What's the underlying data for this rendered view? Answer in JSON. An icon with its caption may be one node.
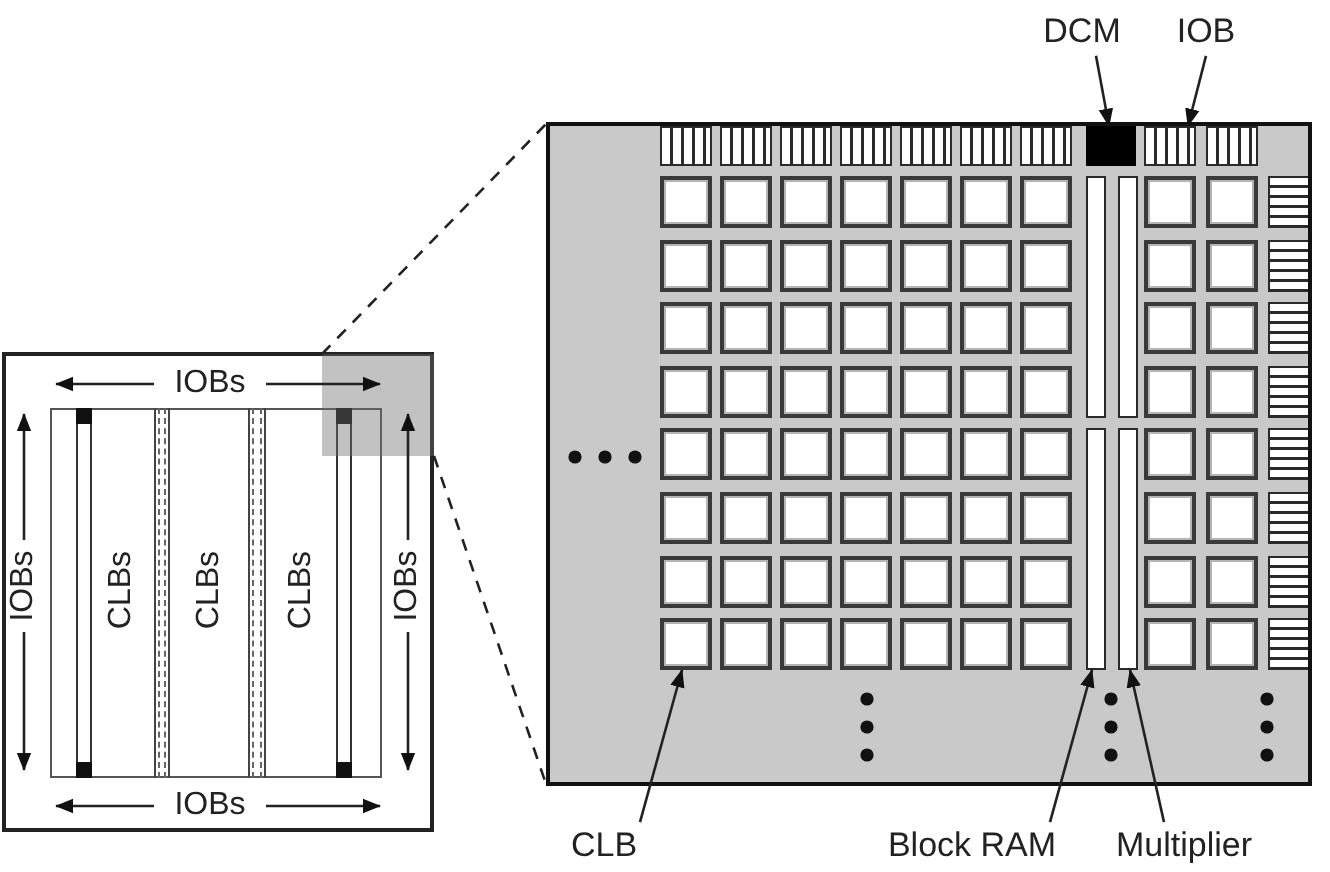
{
  "diagram": {
    "nodes": [
      {
        "text": [
          "DCM"
        ]
      },
      {
        "text": [
          "IOB"
        ]
      },
      {
        "text": [],
        "shape": "box"
      },
      {
        "text": [],
        "shape": "box"
      },
      {
        "text": [],
        "shape": "box"
      },
      {
        "text": [],
        "shape": "box"
      },
      {
        "text": [],
        "shape": "box"
      },
      {
        "text": [],
        "shape": "box"
      },
      {
        "text": [],
        "shape": "box"
      },
      {
        "text": [],
        "shape": "box"
      },
      {
        "text": [],
        "shape": "box"
      },
      {
        "text": [],
        "shape": "box"
      },
      {
        "text": [],
        "shape": "box"
      },
      {
        "text": [],
        "shape": "box"
      },
      {
        "text": [],
        "shape": "box"
      },
      {
        "text": [],
        "shape": "box"
      },
      {
        "text": [],
        "shape": "box"
      },
      {
        "text": [],
        "shape": "box"
      },
      {
        "text": [],
        "shape": "box"
      },
      {
        "text": [],
        "shape": "bar"
      },
      {
        "text": [],
        "shape": "bar"
      },
      {
        "text": [],
        "shape": "box"
      },
      {
        "text": [],
        "shape": "box"
      },
      {
        "text": [],
        "shape": "box"
      },
      {
        "text": [],
        "shape": "box"
      },
      {
        "text": [],
        "shape": "box"
      },
      {
        "text": [],
        "shape": "box"
      },
      {
        "text": [],
        "shape": "box"
      },
      {
        "text": [],
        "shape": "box"
      },
      {
        "text": [],
        "shape": "box"
      },
      {
        "text": [],
        "shape": "box"
      },
      {
        "text": [],
        "shape": "box"
      },
      {
        "text": [],
        "shape": "box"
      },
      {
        "text": [],
        "shape": "box"
      },
      {
        "text": [],
        "shape": "box"
      },
      {
        "text": [],
        "shape": "box"
      },
      {
        "text": [],
        "shape": "box"
      },
      {
        "text": [],
        "shape": "box"
      },
      {
        "text": [],
        "shape": "box"
      },
      {
        "text": [],
        "shape": "box"
      },
      {
        "text": [],
        "shape": "box"
      },
      {
        "text": [],
        "shape": "box"
      },
      {
        "text": [],
        "shape": "box"
      },
      {
        "text": [],
        "shape": "box"
      },
      {
        "text": [],
        "shape": "box"
      },
      {
        "text": [],
        "shape": "box"
      },
      {
        "text": [],
        "shape": "box"
      },
      {
        "text": [],
        "shape": "box"
      },
      {
        "text": [],
        "shape": "box"
      },
      {
        "text": [],
        "shape": "box"
      },
      {
        "text": [],
        "shape": "box"
      },
      {
        "text": [],
        "shape": "box"
      },
      {
        "text": [],
        "shape": "box"
      },
      {
        "text": [],
        "shape": "box"
      },
      {
        "text": [],
        "shape": "box"
      },
      {
        "text": [],
        "shape": "box"
      },
      {
        "text": [],
        "shape": "box"
      },
      {
        "text": [],
        "shape": "box"
      },
      {
        "text": [],
        "shape": "box"
      },
      {
        "text": [],
        "shape": "box"
      },
      {
        "text": [],
        "shape": "box"
      },
      {
        "text": [],
        "shape": "bar"
      },
      {
        "text": [],
        "shape": "bar"
      },
      {
        "text": [],
        "shape": "box"
      },
      {
        "text": [],
        "shape": "box"
      },
      {
        "text": [],
        "shape": "box"
      },
      {
        "text": [],
        "shape": "box"
      },
      {
        "text": [],
        "shape": "box"
      },
      {
        "text": [],
        "shape": "box"
      },
      {
        "text": [],
        "shape": "box"
      },
      {
        "text": [],
        "shape": "box"
      },
      {
        "text": [],
        "shape": "box"
      },
      {
        "text": [],
        "shape": "box"
      },
      {
        "text": [],
        "shape": "box"
      },
      {
        "text": [],
        "shape": "box"
      },
      {
        "text": [],
        "shape": "box"
      },
      {
        "text": [],
        "shape": "box"
      },
      {
        "text": [],
        "shape": "box"
      },
      {
        "text": [],
        "shape": "box"
      },
      {
        "text": [],
        "shape": "box"
      },
      {
        "text": [],
        "shape": "box"
      },
      {
        "text": [],
        "shape": "box"
      },
      {
        "text": [],
        "shape": "box"
      },
      {
        "text": [],
        "shape": "box"
      },
      {
        "text": [],
        "shape": "box"
      },
      {
        "text": [],
        "shape": "box"
      },
      {
        "text": [],
        "shape": "box"
      },
      {
        "text": [],
        "shape": "box"
      },
      {
        "text": [],
        "shape": "box"
      },
      {
        "text": [],
        "shape": "box"
      },
      {
        "text": [],
        "shape": "box"
      },
      {
        "text": [],
        "shape": "box"
      },
      {
        "text": [],
        "shape": "box"
      },
      {
        "text": [],
        "shape": "box"
      },
      {
        "text": [],
        "shape": "box"
      },
      {
        "text": [],
        "shape": "box"
      },
      {
        "text": [
          "CLB"
        ]
      },
      {
        "text": [
          "Block RAM"
        ]
      },
      {
        "text": [
          "Multiplier"
        ]
      }
    ],
    "edges": [
      {
        "from": 0,
        "to": 9,
        "arrow": "to"
      },
      {
        "from": 1,
        "to": 10,
        "arrow": "to"
      },
      {
        "from": 96,
        "to": 86,
        "arrow": "to"
      },
      {
        "from": 97,
        "to": 61,
        "arrow": "to"
      },
      {
        "from": 98,
        "to": 62,
        "arrow": "to"
      }
    ],
    "labels": [
      "IOBs",
      "IOBs",
      "CLBs",
      "CLBs",
      "CLBs",
      "IOBs",
      "IOBs"
    ]
  }
}
